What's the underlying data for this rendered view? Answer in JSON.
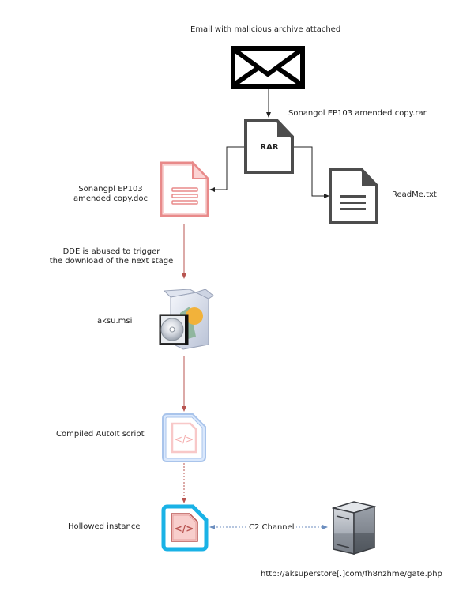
{
  "diagram": {
    "title": "Email with malicious archive attached",
    "nodes": {
      "email": {
        "icon": "envelope-icon"
      },
      "rar": {
        "label": "Sonangol EP103 amended copy.rar",
        "badge": "RAR",
        "icon": "archive-file-icon"
      },
      "doc": {
        "label_line1": "Sonangpl EP103",
        "label_line2": "amended copy.doc",
        "icon": "document-icon",
        "color": "#e88a8a"
      },
      "readme": {
        "label": "ReadMe.txt",
        "icon": "text-file-icon"
      },
      "msi": {
        "label": "aksu.msi",
        "icon": "installer-package-icon"
      },
      "autoit": {
        "label": "Compiled AutoIt script",
        "icon": "code-file-icon",
        "color": "#a9c4eb"
      },
      "hollowed": {
        "label": "Hollowed instance",
        "icon": "code-file-icon",
        "color": "#1ab2e6"
      },
      "server": {
        "label": "http://aksuperstore[.]com/fh8nzhme/gate.php",
        "icon": "server-icon"
      }
    },
    "edges": {
      "dde_note_line1": "DDE is abused to trigger",
      "dde_note_line2": "the download of the next stage",
      "c2_label": "C2 Channel"
    },
    "colors": {
      "dark": "#4d4d4d",
      "red_edge": "#b85450",
      "blue_edge": "#6c8ebf"
    }
  }
}
